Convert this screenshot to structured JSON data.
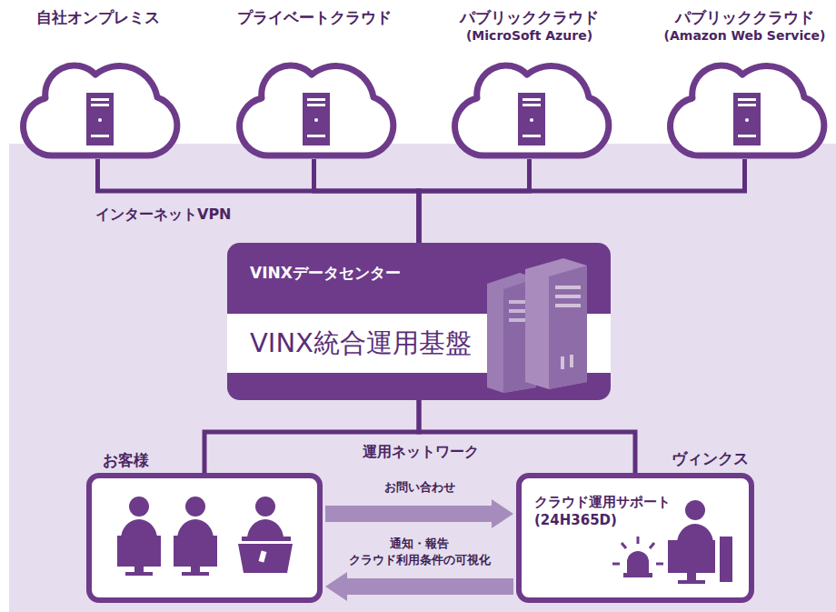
{
  "diagram": {
    "nodes": [
      {
        "text": [
          "自社オンプレミス"
        ]
      },
      {
        "text": [
          "プライベートクラウド"
        ]
      },
      {
        "text": [
          "パブリッククラウド",
          "(MicroSoft Azure)"
        ]
      },
      {
        "text": [
          "パブリッククラウド",
          "(Amazon Web Service)"
        ]
      },
      {
        "text": [
          "VINXデータセンター"
        ]
      },
      {
        "text": [
          "VINX統合運用基盤"
        ],
        "in": 4
      },
      {
        "text": [
          "お客様"
        ]
      },
      {
        "text": [
          "ヴィンクス",
          "クラウド運用サポート (24H365D)"
        ]
      }
    ],
    "edges": [
      {
        "from": 0,
        "to": 4,
        "arrow": "none"
      },
      {
        "from": 1,
        "to": 4,
        "arrow": "none"
      },
      {
        "from": 2,
        "to": 4,
        "arrow": "none"
      },
      {
        "from": 3,
        "to": 4,
        "arrow": "none"
      },
      {
        "from": 4,
        "to": 6,
        "arrow": "none"
      },
      {
        "from": 4,
        "to": 7,
        "arrow": "none"
      },
      {
        "from": 6,
        "to": 7,
        "label": "お問い合わせ",
        "arrow": "to"
      },
      {
        "from": 7,
        "to": 6,
        "label": "通知・報告 クラウド利用条件の可視化",
        "arrow": "to"
      }
    ],
    "labels": [
      "インターネットVPN",
      "運用ネットワーク"
    ]
  }
}
